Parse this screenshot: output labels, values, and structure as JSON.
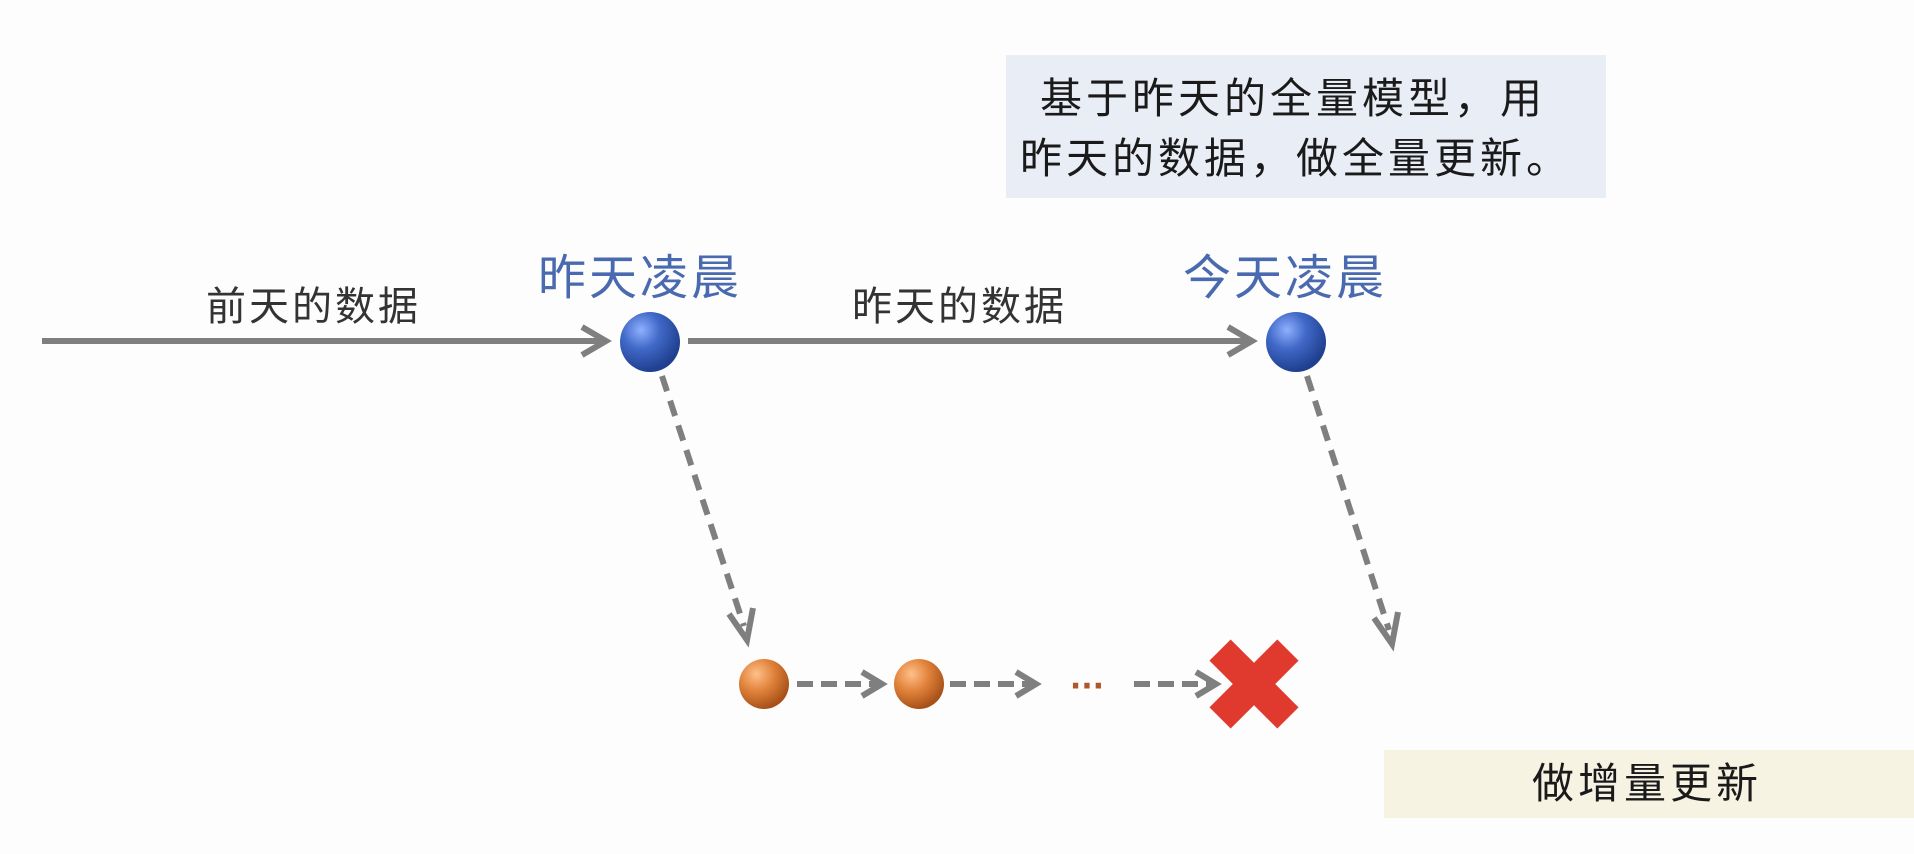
{
  "note": {
    "line1": "基于昨天的全量模型，用",
    "line2": "昨天的数据，做全量更新。"
  },
  "timeline": {
    "day_before_data": "前天的数据",
    "yesterday_dawn": "昨天凌晨",
    "yesterday_data": "昨天的数据",
    "today_dawn": "今天凌晨"
  },
  "incremental": {
    "ellipsis": "···",
    "action_label": "做增量更新"
  },
  "colors": {
    "full_model_node": "#4169c8",
    "incremental_node": "#e0823a",
    "arrow": "#7f7f7f",
    "failure_mark": "#e03a2e",
    "time_label": "#4a6aaf",
    "note_background": "#e9edf5",
    "action_background": "#f7f3e3"
  },
  "icons": {
    "failure": "red-x-icon"
  }
}
